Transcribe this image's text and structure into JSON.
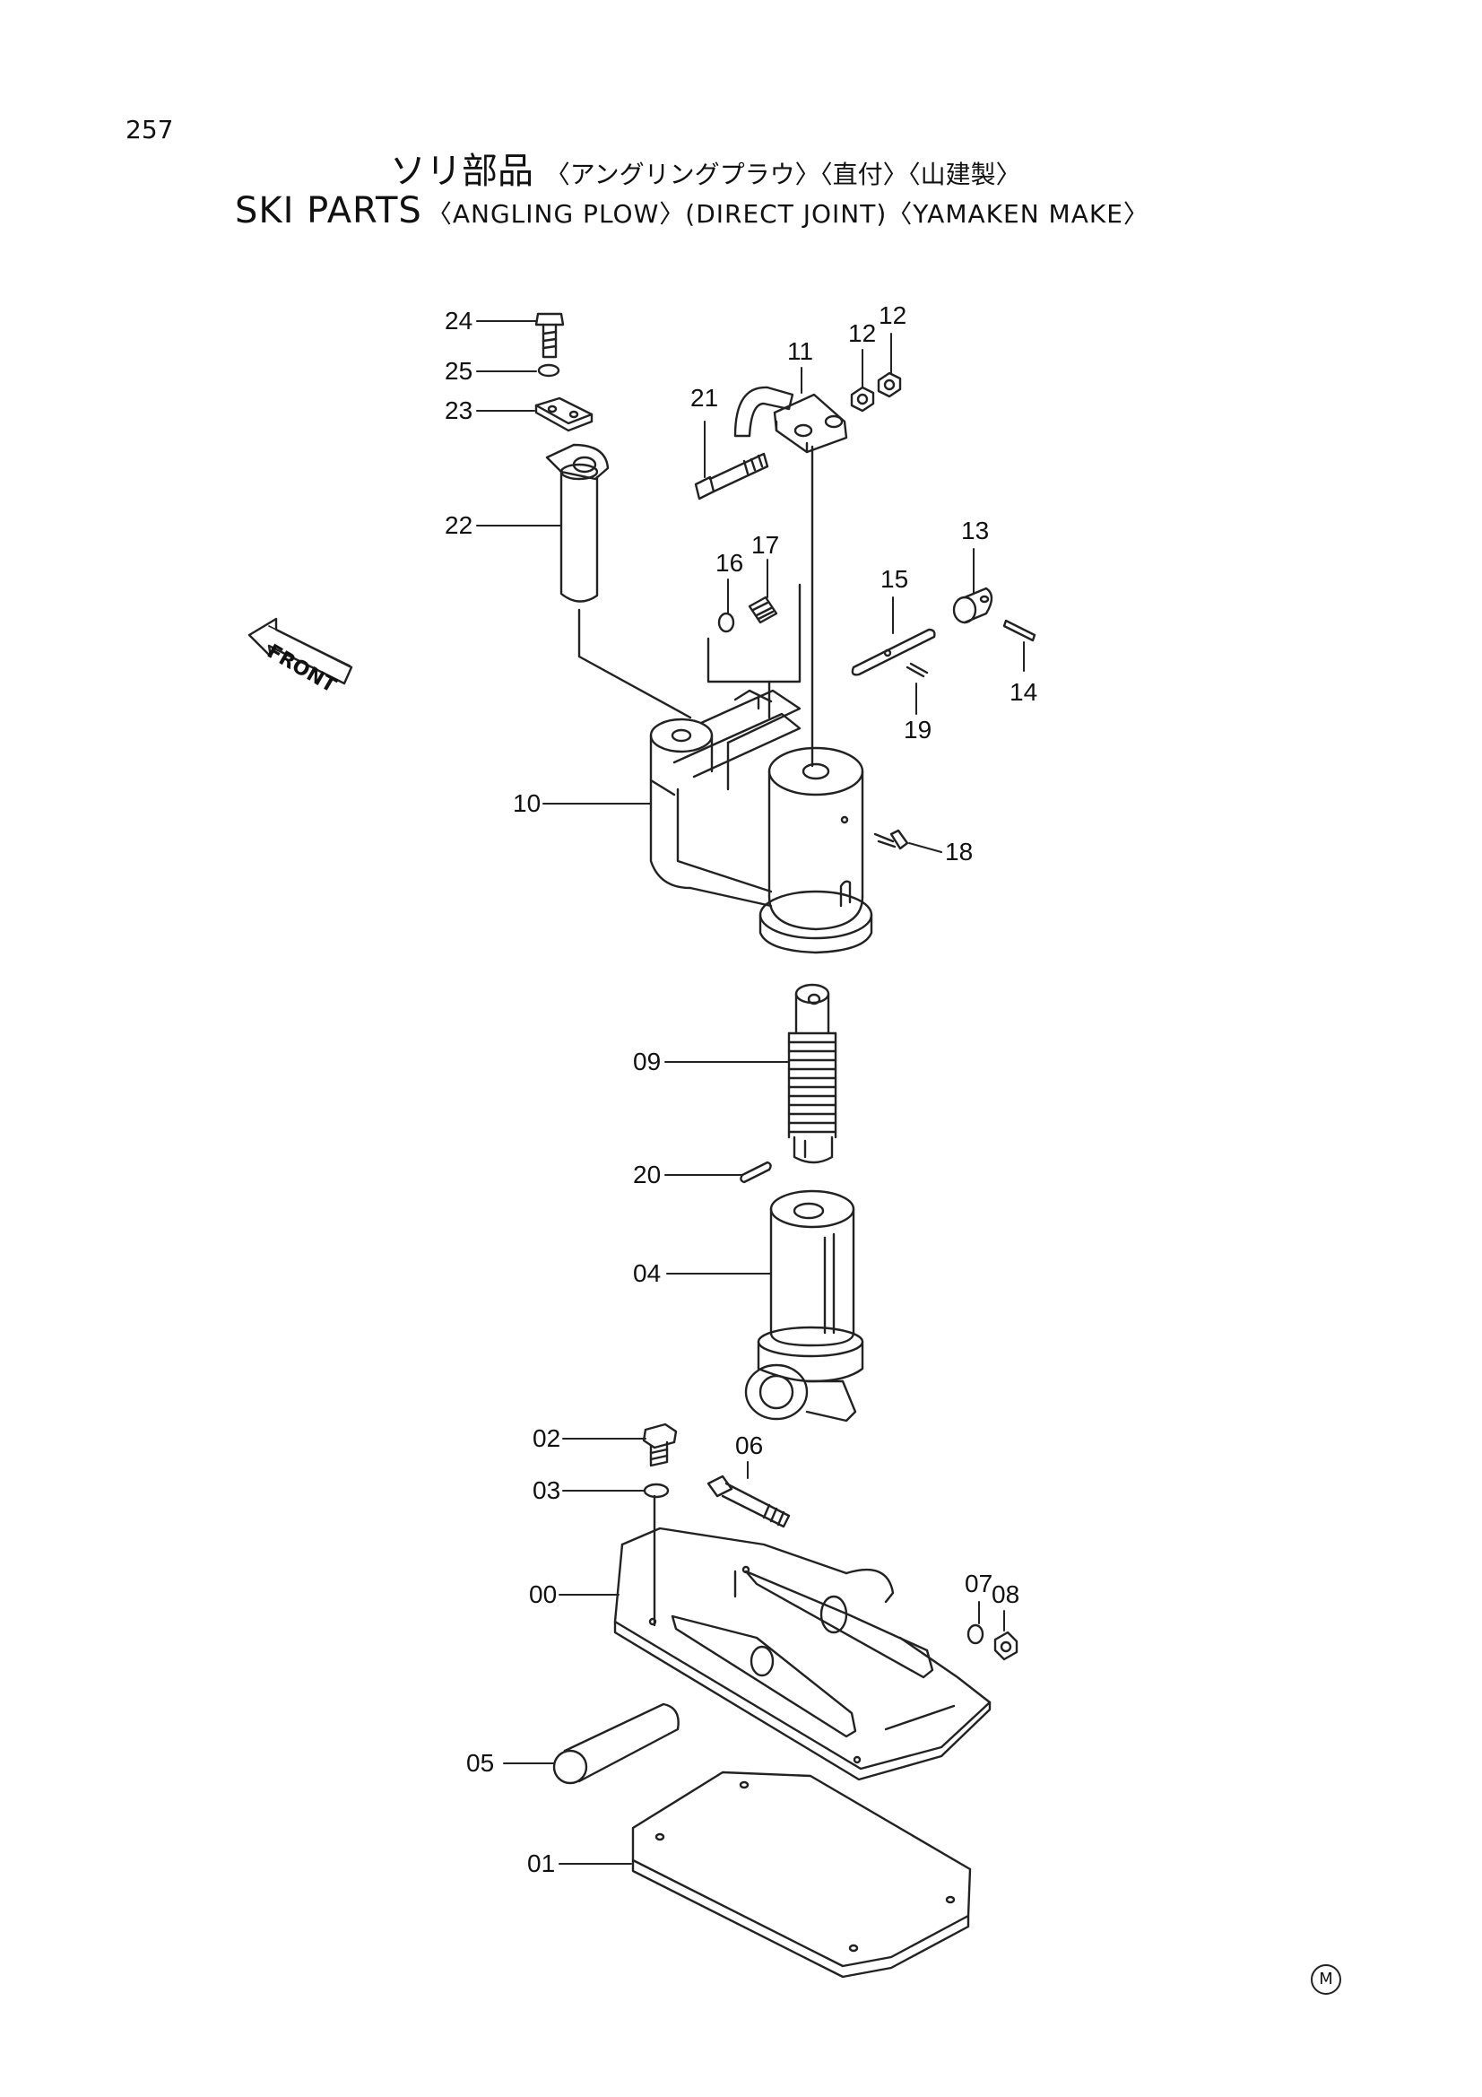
{
  "page_number": "257",
  "title_jp": {
    "main": "ソリ部品",
    "sub": "〈アングリングプラウ〉〈直付〉〈山建製〉"
  },
  "title_en": {
    "main": "SKI  PARTS",
    "sub": "〈ANGLING PLOW〉(DIRECT JOINT)〈YAMAKEN MAKE〉"
  },
  "front_label": "FRONT",
  "corner_mark": "M",
  "callouts": [
    {
      "id": "c24",
      "text": "24"
    },
    {
      "id": "c25",
      "text": "25"
    },
    {
      "id": "c23",
      "text": "23"
    },
    {
      "id": "c22",
      "text": "22"
    },
    {
      "id": "c21",
      "text": "21"
    },
    {
      "id": "c11",
      "text": "11"
    },
    {
      "id": "c12a",
      "text": "12"
    },
    {
      "id": "c12b",
      "text": "12"
    },
    {
      "id": "c13",
      "text": "13"
    },
    {
      "id": "c14",
      "text": "14"
    },
    {
      "id": "c15",
      "text": "15"
    },
    {
      "id": "c16",
      "text": "16"
    },
    {
      "id": "c17",
      "text": "17"
    },
    {
      "id": "c19",
      "text": "19"
    },
    {
      "id": "c18",
      "text": "18"
    },
    {
      "id": "c10",
      "text": "10"
    },
    {
      "id": "c09",
      "text": "09"
    },
    {
      "id": "c20",
      "text": "20"
    },
    {
      "id": "c04",
      "text": "04"
    },
    {
      "id": "c02",
      "text": "02"
    },
    {
      "id": "c03",
      "text": "03"
    },
    {
      "id": "c06",
      "text": "06"
    },
    {
      "id": "c00",
      "text": "00"
    },
    {
      "id": "c07",
      "text": "07"
    },
    {
      "id": "c08",
      "text": "08"
    },
    {
      "id": "c05",
      "text": "05"
    },
    {
      "id": "c01",
      "text": "01"
    }
  ]
}
